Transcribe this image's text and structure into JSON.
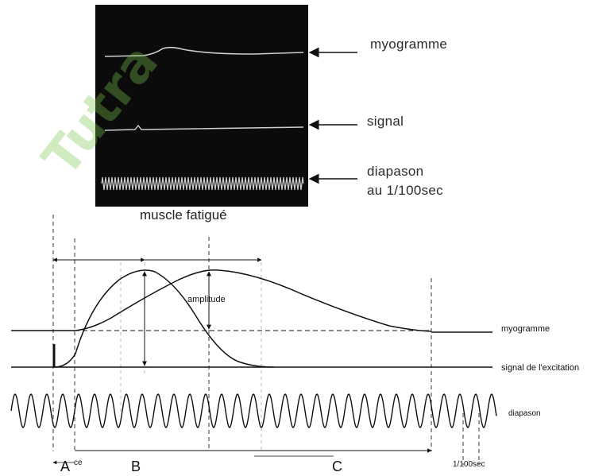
{
  "photo": {
    "caption": "muscle fatigué",
    "labels": {
      "myogramme": "myogramme",
      "signal": "signal",
      "diapason_line1": "diapason",
      "diapason_line2": "au 1/100sec"
    }
  },
  "diagram": {
    "amplitude": "amplitude",
    "myogramme": "myogramme",
    "signal": "signal de l'excitation",
    "diapason": "diapason",
    "phase_a": "A",
    "phase_a_sub": "ce",
    "phase_b": "B",
    "phase_c": "C",
    "period": "1/100sec"
  },
  "watermark": "Tutra",
  "colors": {
    "photo_bg": "#0b0b0b",
    "trace": "#d8d8d8",
    "ink": "#111111",
    "watermark": "#7ec850"
  }
}
